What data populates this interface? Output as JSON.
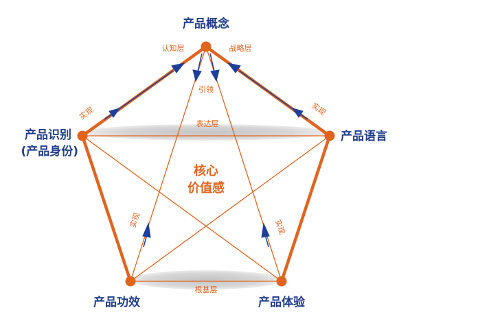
{
  "nodes": {
    "top": "产品概念",
    "right": "产品语言",
    "left_line1": "产品识别",
    "left_line2": "(产品身份)",
    "bottom_left": "产品功效",
    "bottom_right": "产品体验"
  },
  "labels": {
    "cognition_layer": "认知层",
    "strategy_layer": "战略层",
    "guide": "引领",
    "expression_layer": "表达层",
    "foundation_layer": "根基层",
    "realize_left_upper": "实现",
    "realize_right_upper": "实现",
    "realize_left_lower": "实现",
    "realize_right_lower": "实现"
  },
  "center": {
    "line1": "核心",
    "line2": "价值感"
  },
  "colors": {
    "orange": "#e0641e",
    "navy": "#1f3d8a",
    "blue_arrow": "#1e3f9a",
    "ellipse_gray": "#d2d2d2"
  }
}
